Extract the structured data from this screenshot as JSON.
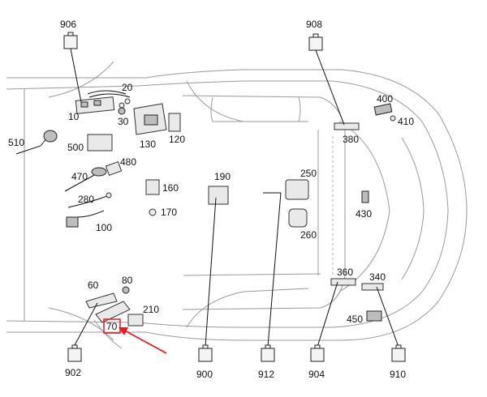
{
  "labels": {
    "l906": "906",
    "l908": "908",
    "l20": "20",
    "l10": "10",
    "l30": "30",
    "l130": "130",
    "l120": "120",
    "l400": "400",
    "l410": "410",
    "l380": "380",
    "l510": "510",
    "l500": "500",
    "l480": "480",
    "l470": "470",
    "l280": "280",
    "l100": "100",
    "l160": "160",
    "l170": "170",
    "l190": "190",
    "l250": "250",
    "l260": "260",
    "l430": "430",
    "l60": "60",
    "l80": "80",
    "l210": "210",
    "l70": "70",
    "l360": "360",
    "l340": "340",
    "l450": "450",
    "l902": "902",
    "l900": "900",
    "l912": "912",
    "l904": "904",
    "l910": "910"
  },
  "colors": {
    "highlight": "#e8191a",
    "line": "#111111",
    "body": "#9a9a9a"
  },
  "icons": {
    "connector": "connector-plug-icon",
    "arrow": "red-arrow-icon"
  }
}
